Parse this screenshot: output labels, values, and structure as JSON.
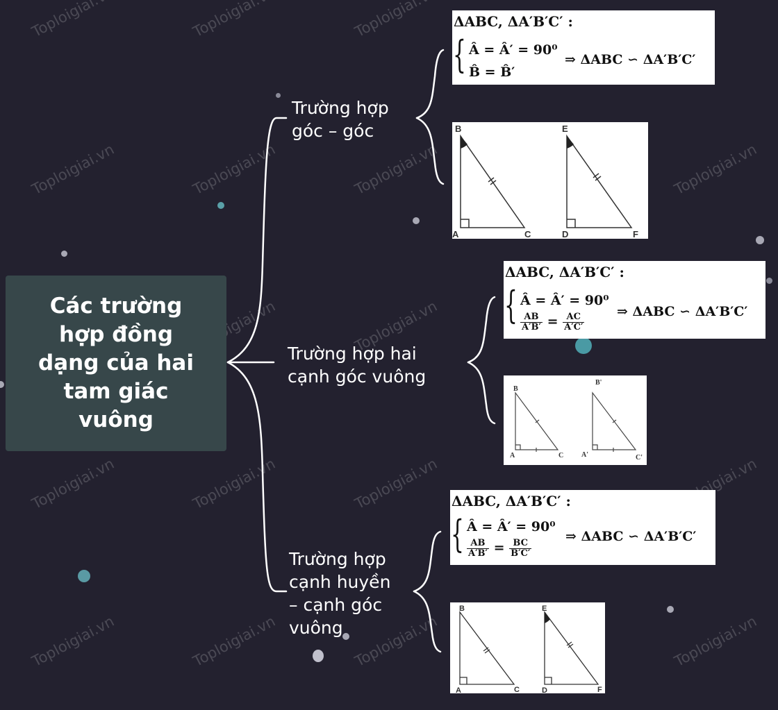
{
  "root": {
    "title": "Các trường hợp đồng dạng của hai tam giác vuông"
  },
  "branches": [
    {
      "label": "Trường hợp góc – góc",
      "formula": {
        "header": "ΔABC, ΔA′B′C′ :",
        "cond1": "Â = Â′ = 90⁰",
        "cond2": "B̂ = B̂′",
        "conclusion": "⇒ ΔABC ∽ ΔA′B′C′"
      },
      "figure": {
        "t1": [
          "B",
          "A",
          "C"
        ],
        "t2": [
          "E",
          "D",
          "F"
        ]
      }
    },
    {
      "label": "Trường hợp hai cạnh góc vuông",
      "formula": {
        "header": "ΔABC, ΔA′B′C′ :",
        "cond1": "Â = Â′ = 90⁰",
        "frac_left": {
          "num": "AB",
          "den": "A′B′"
        },
        "frac_right": {
          "num": "AC",
          "den": "A′C′"
        },
        "eq": "=",
        "conclusion": "⇒ ΔABC ∽ ΔA′B′C′"
      },
      "figure": {
        "t1": [
          "B",
          "A",
          "C"
        ],
        "t2": [
          "B'",
          "A'",
          "C'"
        ]
      }
    },
    {
      "label": "Trường hợp cạnh huyền – cạnh góc vuông",
      "formula": {
        "header": "ΔABC, ΔA′B′C′ :",
        "cond1": "Â = Â′ = 90⁰",
        "frac_left": {
          "num": "AB",
          "den": "A′B′"
        },
        "frac_right": {
          "num": "BC",
          "den": "B′C′"
        },
        "eq": "=",
        "conclusion": "⇒ ΔABC ∽ ΔA′B′C′"
      },
      "figure": {
        "t1": [
          "B",
          "A",
          "C"
        ],
        "t2": [
          "E",
          "D",
          "F"
        ]
      }
    }
  ],
  "watermark": "Toploigiai.vn",
  "colors": {
    "background": "#23212f",
    "root": "#37474a",
    "lines": "#ffffff"
  }
}
